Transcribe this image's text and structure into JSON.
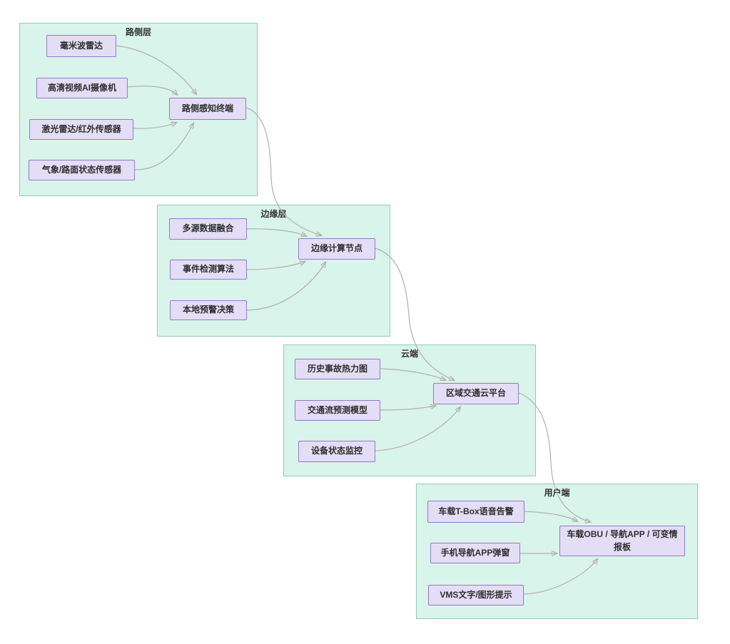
{
  "layers": [
    {
      "label": "路侧层",
      "sources": [
        {
          "label": "毫米波雷达"
        },
        {
          "label": "高清视频AI摄像机"
        },
        {
          "label": "激光雷达/红外传感器"
        },
        {
          "label": "气象/路面状态传感器"
        }
      ],
      "hub": {
        "label": "路侧感知终端"
      }
    },
    {
      "label": "边缘层",
      "sources": [
        {
          "label": "多源数据融合"
        },
        {
          "label": "事件检测算法"
        },
        {
          "label": "本地预警决策"
        }
      ],
      "hub": {
        "label": "边缘计算节点"
      }
    },
    {
      "label": "云端",
      "sources": [
        {
          "label": "历史事故热力图"
        },
        {
          "label": "交通流预测模型"
        },
        {
          "label": "设备状态监控"
        }
      ],
      "hub": {
        "label": "区域交通云平台"
      }
    },
    {
      "label": "用户端",
      "sources": [
        {
          "label": "车载T-Box语音告警"
        },
        {
          "label": "手机导航APP弹窗"
        },
        {
          "label": "VMS文字/图形提示"
        }
      ],
      "hub": {
        "label": "车载OBU / 导航APP / 可变情报板"
      }
    }
  ],
  "edges": [
    {
      "from": "毫米波雷达",
      "to": "路侧感知终端"
    },
    {
      "from": "高清视频AI摄像机",
      "to": "路侧感知终端"
    },
    {
      "from": "激光雷达/红外传感器",
      "to": "路侧感知终端"
    },
    {
      "from": "气象/路面状态传感器",
      "to": "路侧感知终端"
    },
    {
      "from": "路侧感知终端",
      "to": "边缘计算节点"
    },
    {
      "from": "多源数据融合",
      "to": "边缘计算节点"
    },
    {
      "from": "事件检测算法",
      "to": "边缘计算节点"
    },
    {
      "from": "本地预警决策",
      "to": "边缘计算节点"
    },
    {
      "from": "边缘计算节点",
      "to": "区域交通云平台"
    },
    {
      "from": "历史事故热力图",
      "to": "区域交通云平台"
    },
    {
      "from": "交通流预测模型",
      "to": "区域交通云平台"
    },
    {
      "from": "设备状态监控",
      "to": "区域交通云平台"
    },
    {
      "from": "区域交通云平台",
      "to": "车载OBU / 导航APP / 可变情报板"
    },
    {
      "from": "车载T-Box语音告警",
      "to": "车载OBU / 导航APP / 可变情报板"
    },
    {
      "from": "手机导航APP弹窗",
      "to": "车载OBU / 导航APP / 可变情报板"
    },
    {
      "from": "VMS文字/图形提示",
      "to": "车载OBU / 导航APP / 可变情报板"
    }
  ],
  "colors": {
    "layer_fill": "#d9f4ea",
    "layer_border": "#8fccba",
    "node_fill": "#e3ddf6",
    "node_border": "#9878c8",
    "edge": "#b0b0b0",
    "text": "#2f2f2f",
    "background": "#ffffff"
  }
}
